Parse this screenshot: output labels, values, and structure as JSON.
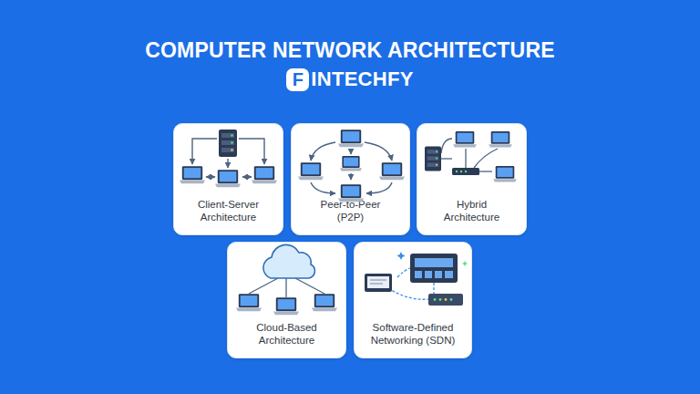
{
  "diagram": {
    "title": "COMPUTER NETWORK ARCHITECTURE",
    "nodes": [
      {
        "text": [
          "Client-Server Architecture"
        ]
      },
      {
        "text": [
          "Peer-to-Peer (P2P)"
        ]
      },
      {
        "text": [
          "Hybrid Architecture"
        ]
      },
      {
        "text": [
          "Cloud-Based Architecture"
        ]
      },
      {
        "text": [
          "Software-Defined Networking (SDN)"
        ]
      }
    ],
    "labels": [
      "F",
      "INTECHFY"
    ]
  }
}
